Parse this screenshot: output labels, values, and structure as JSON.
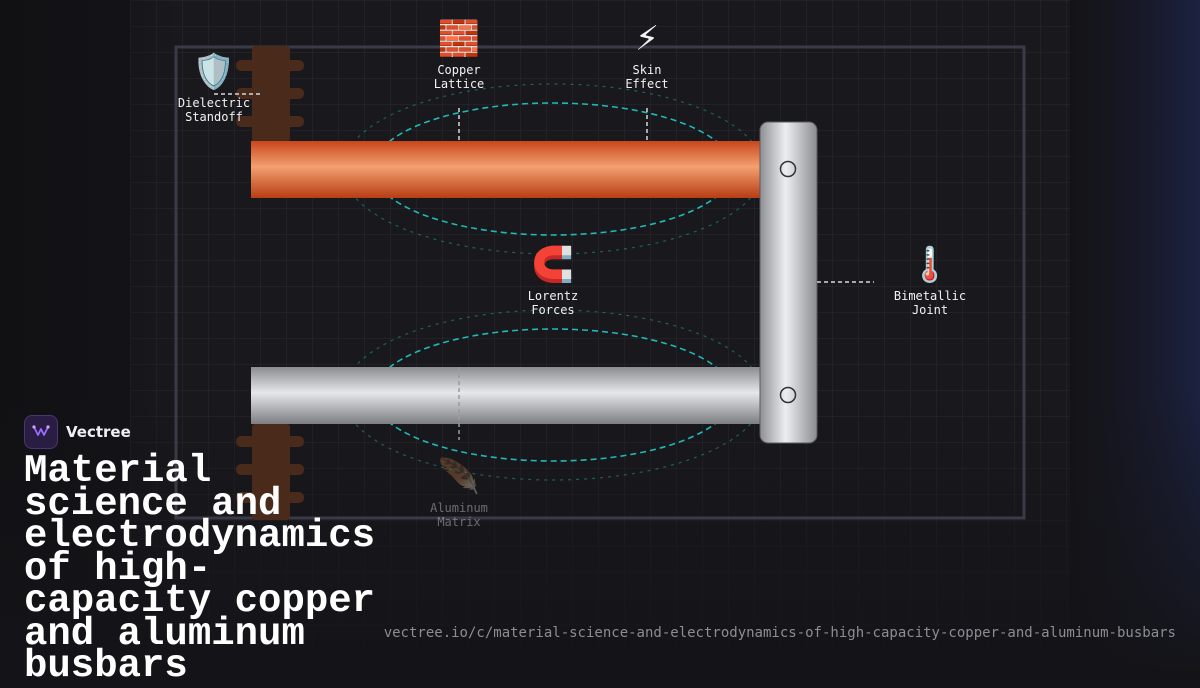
{
  "labels": {
    "dielectric": {
      "icon": "🛡️",
      "text": "Dielectric\nStandoff"
    },
    "copper": {
      "icon": "🧱",
      "text": "Copper\nLattice"
    },
    "skin": {
      "icon": "⚡",
      "text": "Skin\nEffect"
    },
    "lorentz": {
      "icon": "🧲",
      "text": "Lorentz\nForces"
    },
    "bimetallic": {
      "icon": "🌡️",
      "text": "Bimetallic\nJoint"
    },
    "aluminum": {
      "icon": "🪶",
      "text": "Aluminum\nMatrix"
    }
  },
  "brand": {
    "name": "Vectree"
  },
  "title": "Material science and electrodynamics of high-capacity copper and aluminum busbars",
  "url": "vectree.io/c/material-science-and-electrodynamics-of-high-capacity-copper-and-aluminum-busbars",
  "colors": {
    "copper": "#e8763a",
    "aluminum": "#c4c6ca",
    "field": "#1fb8b8",
    "insulator": "#4a2a1a",
    "accent": "#9b6bff"
  }
}
